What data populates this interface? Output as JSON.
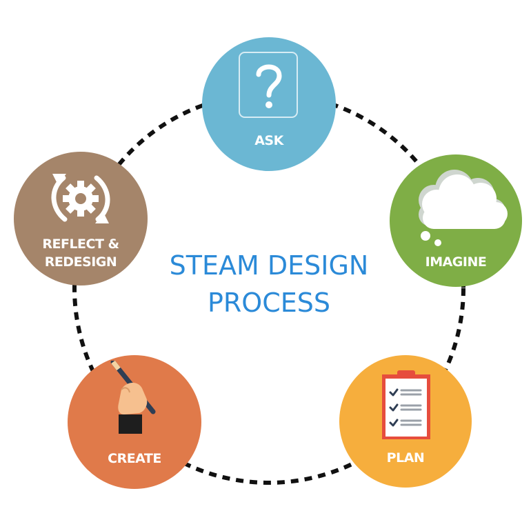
{
  "title": {
    "line1": "STEAM DESIGN",
    "line2": "PROCESS"
  },
  "colors": {
    "title": "#2b8ad8",
    "ask": "#6bb7d3",
    "imagine": "#7fae46",
    "plan": "#f6ae3d",
    "create": "#e07a4a",
    "reflect": "#a5856a",
    "ring": "#111111"
  },
  "steps": [
    {
      "label": "ASK",
      "icon": "question-mark-icon"
    },
    {
      "label": "IMAGINE",
      "icon": "thought-cloud-icon"
    },
    {
      "label": "PLAN",
      "icon": "clipboard-checklist-icon"
    },
    {
      "label": "CREATE",
      "icon": "hand-pencil-icon"
    },
    {
      "label": "REFLECT &",
      "label2": "REDESIGN",
      "icon": "gear-cycle-icon"
    }
  ]
}
